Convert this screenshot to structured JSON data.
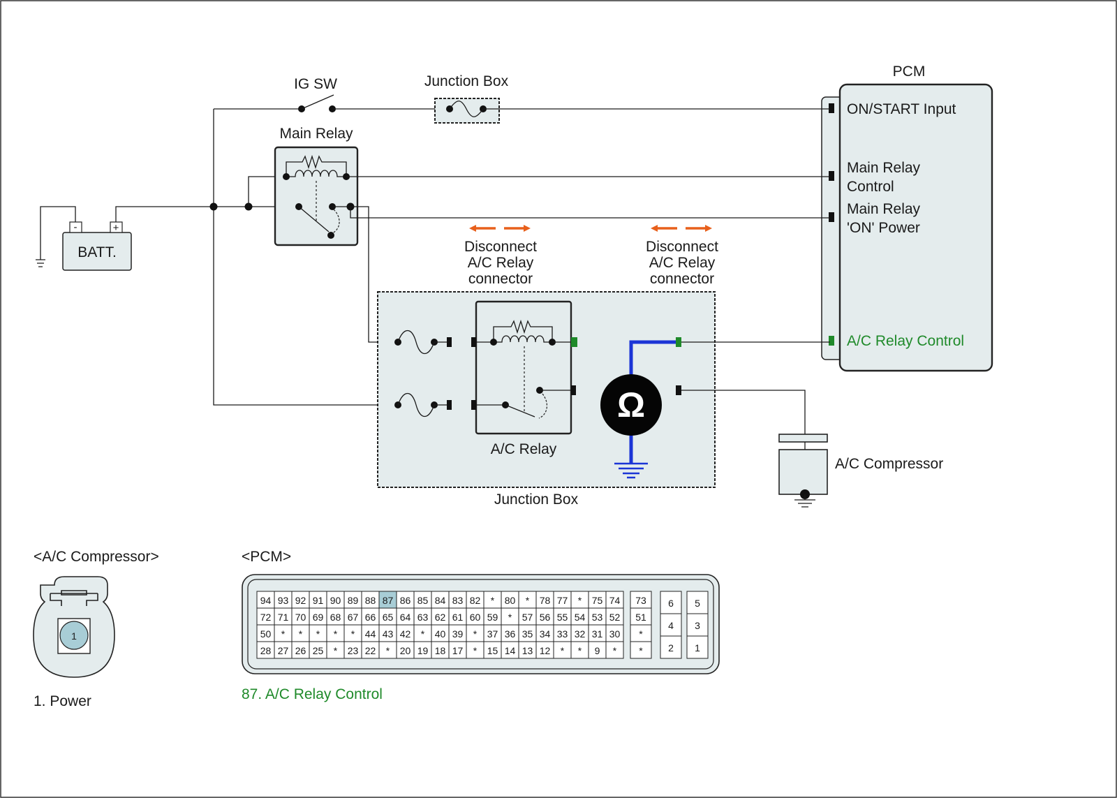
{
  "colors": {
    "box_fill": "#e4eced",
    "highlight_green": "#1f8a2a",
    "arrow_orange": "#e8601c",
    "ohmmeter_wire_blue": "#1b35d6",
    "pin_highlight": "#a8cdd6"
  },
  "labels": {
    "pcm": "PCM",
    "ig_sw": "IG SW",
    "junction_box_top": "Junction Box",
    "main_relay": "Main Relay",
    "batt": "BATT.",
    "batt_minus": "-",
    "batt_plus": "+",
    "pcm_on_start": "ON/START Input",
    "pcm_main_relay_control_1": "Main Relay",
    "pcm_main_relay_control_2": "Control",
    "pcm_main_relay_on_1": "Main Relay",
    "pcm_main_relay_on_2": "'ON' Power",
    "pcm_ac_relay_control": "A/C Relay Control",
    "disconnect_left_1": "Disconnect",
    "disconnect_left_2": "A/C Relay",
    "disconnect_left_3": "connector",
    "disconnect_right_1": "Disconnect",
    "disconnect_right_2": "A/C Relay",
    "disconnect_right_3": "connector",
    "ac_relay": "A/C Relay",
    "junction_box_bottom": "Junction Box",
    "ac_compressor": "A/C Compressor",
    "ohm_symbol": "Ω"
  },
  "ac_compressor_connector": {
    "title": "<A/C Compressor>",
    "pin": "1",
    "caption": "1. Power"
  },
  "pcm_connector": {
    "title": "<PCM>",
    "caption": "87. A/C Relay Control",
    "highlighted_pin": "87",
    "rows": [
      [
        "94",
        "93",
        "92",
        "91",
        "90",
        "89",
        "88",
        "87",
        "86",
        "85",
        "84",
        "83",
        "82",
        "*",
        "80",
        "*",
        "78",
        "77",
        "*",
        "75",
        "74"
      ],
      [
        "72",
        "71",
        "70",
        "69",
        "68",
        "67",
        "66",
        "65",
        "64",
        "63",
        "62",
        "61",
        "60",
        "59",
        "*",
        "57",
        "56",
        "55",
        "54",
        "53",
        "52"
      ],
      [
        "50",
        "*",
        "*",
        "*",
        "*",
        "*",
        "44",
        "43",
        "42",
        "*",
        "40",
        "39",
        "*",
        "37",
        "36",
        "35",
        "34",
        "33",
        "32",
        "31",
        "30"
      ],
      [
        "28",
        "27",
        "26",
        "25",
        "*",
        "23",
        "22",
        "*",
        "20",
        "19",
        "18",
        "17",
        "*",
        "15",
        "14",
        "13",
        "12",
        "*",
        "*",
        "9",
        "*"
      ]
    ],
    "mid_column": [
      "73",
      "51",
      "*",
      "*"
    ],
    "small_left": [
      "6",
      "4",
      "2"
    ],
    "small_right": [
      "5",
      "3",
      "1"
    ]
  }
}
